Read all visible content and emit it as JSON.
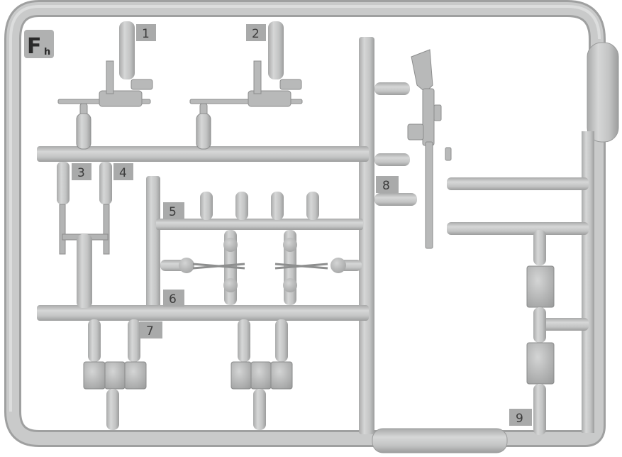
{
  "sprue": {
    "logo": {
      "letter": "F",
      "suffix": "h"
    },
    "part_numbers": [
      "1",
      "2",
      "3",
      "4",
      "5",
      "6",
      "7",
      "8",
      "9"
    ]
  },
  "colors": {
    "background": "#ffffff",
    "plastic": "#c4c5c5",
    "plastic_highlight": "#d9dada",
    "plastic_shadow": "#9a9b9b",
    "tag": "#a9aaaa"
  }
}
